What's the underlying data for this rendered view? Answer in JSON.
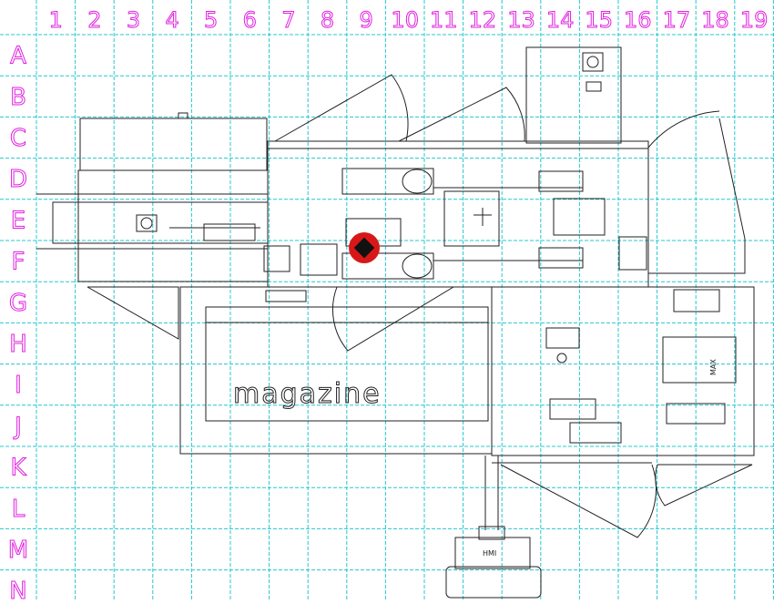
{
  "grid": {
    "columns": [
      "1",
      "2",
      "3",
      "4",
      "5",
      "6",
      "7",
      "8",
      "9",
      "10",
      "11",
      "12",
      "13",
      "14",
      "15",
      "16",
      "17",
      "18",
      "19"
    ],
    "rows": [
      "A",
      "B",
      "C",
      "D",
      "E",
      "F",
      "G",
      "H",
      "I",
      "J",
      "K",
      "L",
      "M",
      "N"
    ]
  },
  "labels": {
    "magazine": "magazine",
    "hmi": "HMI",
    "max": "MAX"
  },
  "colors": {
    "grid_line": "#24c8d0",
    "grid_label": "#e020e0",
    "drawing": "#222222",
    "marker": "#d81818"
  }
}
